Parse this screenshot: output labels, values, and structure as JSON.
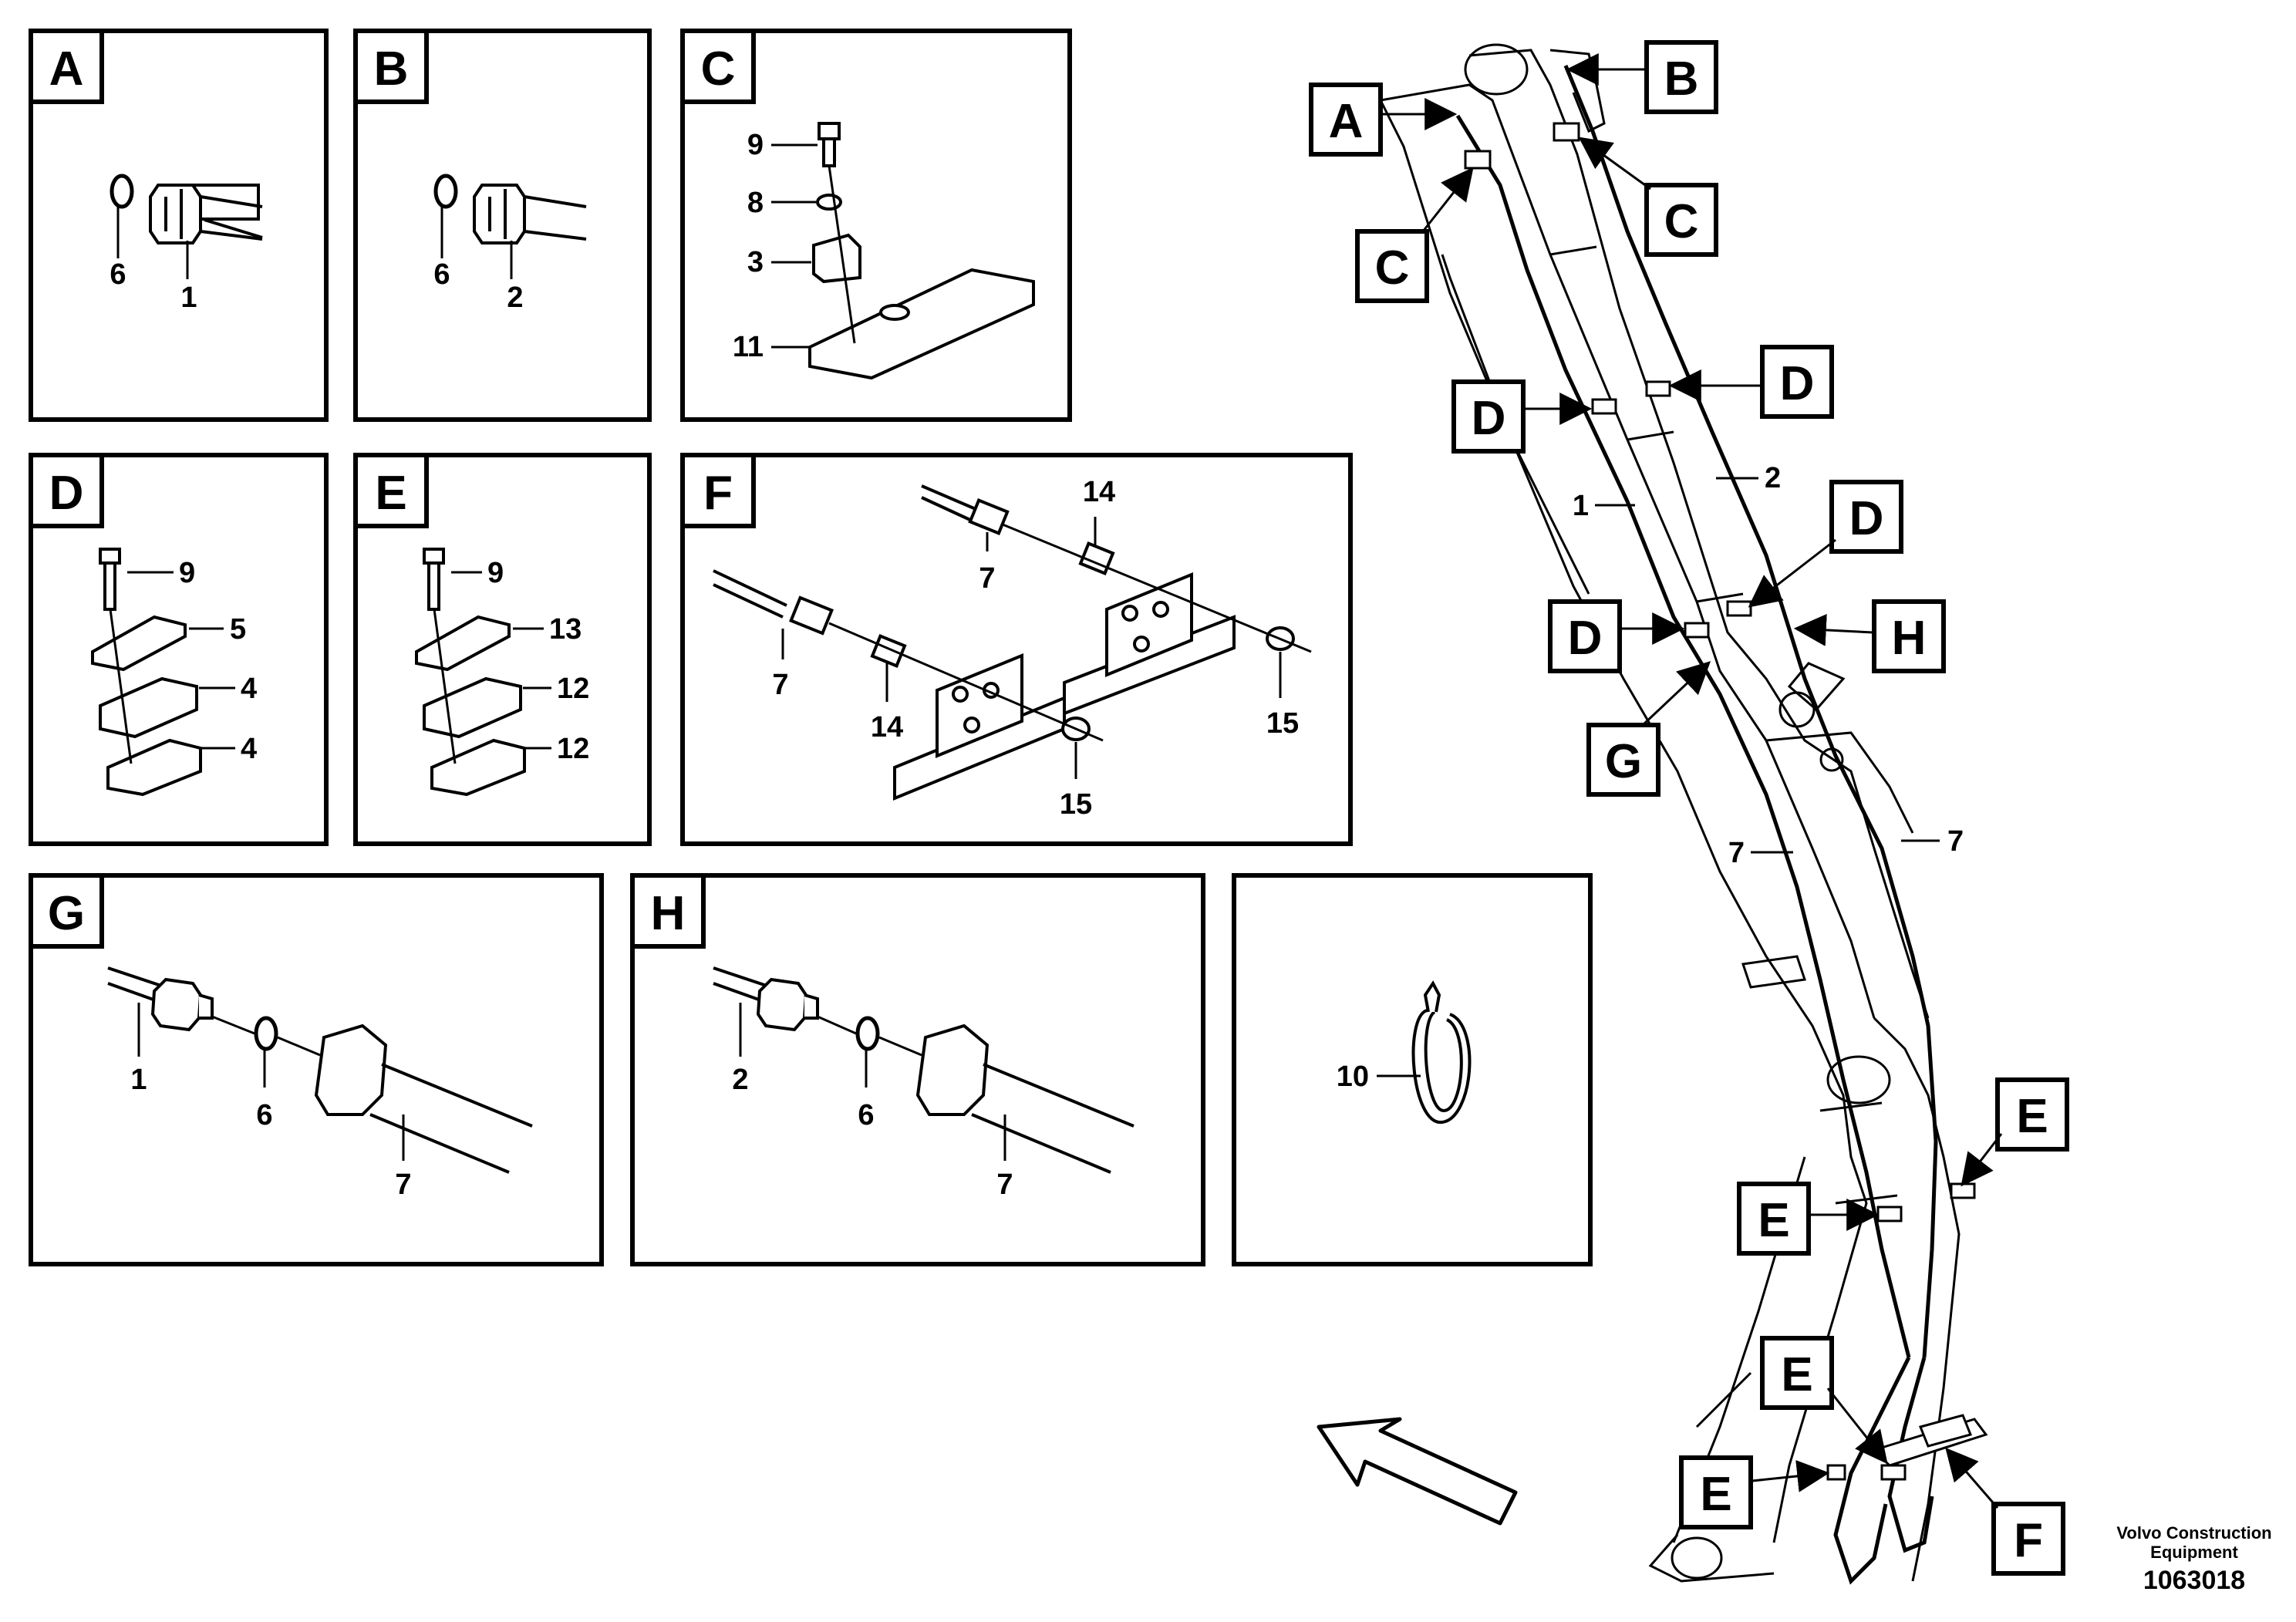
{
  "panels": {
    "A": {
      "tag": "A",
      "labels": [
        "6",
        "1"
      ]
    },
    "B": {
      "tag": "B",
      "labels": [
        "6",
        "2"
      ]
    },
    "C": {
      "tag": "C",
      "labels": [
        "9",
        "8",
        "3",
        "11"
      ]
    },
    "D": {
      "tag": "D",
      "labels": [
        "9",
        "5",
        "4",
        "4"
      ]
    },
    "E": {
      "tag": "E",
      "labels": [
        "9",
        "13",
        "12",
        "12"
      ]
    },
    "F": {
      "tag": "F",
      "labels": [
        "14",
        "7",
        "7",
        "14",
        "15",
        "15"
      ]
    },
    "G": {
      "tag": "G",
      "labels": [
        "1",
        "6",
        "7"
      ]
    },
    "H": {
      "tag": "H",
      "labels": [
        "2",
        "6",
        "7"
      ]
    },
    "tie": {
      "labels": [
        "10"
      ]
    }
  },
  "boom_callouts": [
    "A",
    "B",
    "C",
    "C",
    "D",
    "D",
    "D",
    "D",
    "H",
    "G",
    "E",
    "E",
    "E",
    "E",
    "F"
  ],
  "boom_numbers": [
    "2",
    "1",
    "7",
    "7"
  ],
  "footer": {
    "brand_line1": "Volvo Construction",
    "brand_line2": "Equipment",
    "figure_number": "1063018"
  }
}
